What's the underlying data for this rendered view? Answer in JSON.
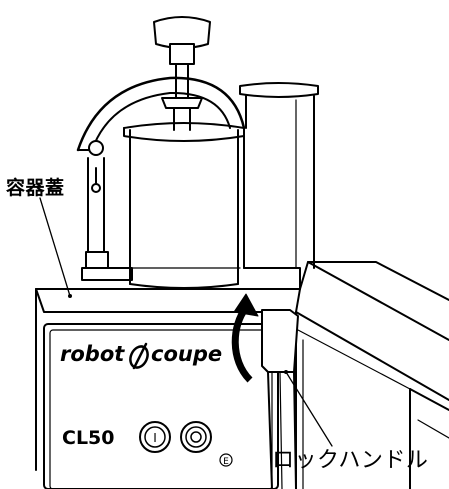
{
  "labels": {
    "lid": "容器蓋",
    "lock_handle": "ロックハンドル"
  },
  "machine": {
    "brand_left": "robot",
    "brand_right": "coupe",
    "model": "CL50",
    "power_on_symbol": "I",
    "power_off_symbol": "O",
    "mark": "E"
  },
  "icons": {
    "rotation_arrow": "curved-up-arrow-icon"
  },
  "colors": {
    "line": "#000000",
    "fill": "#ffffff"
  }
}
